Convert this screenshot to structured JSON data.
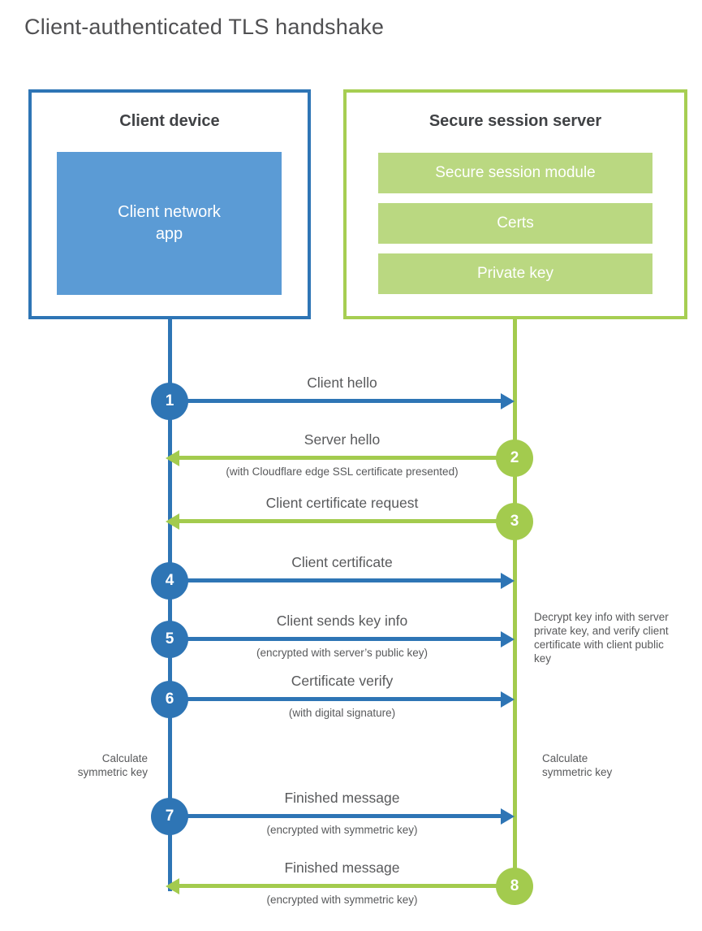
{
  "title": "Client-authenticated TLS handshake",
  "colors": {
    "blue": "#2e75b5",
    "blue_fill": "#5b9bd5",
    "green": "#a3cb4e",
    "green_border": "#a6ce52",
    "green_fill": "#bad881",
    "label_text": "#58595b",
    "heading_text": "#404245"
  },
  "client_box": {
    "title": "Client device",
    "app_label": "Client network\napp"
  },
  "server_box": {
    "title": "Secure session server",
    "modules": [
      "Secure session module",
      "Certs",
      "Private key"
    ]
  },
  "steps": [
    {
      "num": "1",
      "label": "Client hello",
      "sub": "",
      "color": "blue",
      "dir": "right",
      "from": "client",
      "to": "server"
    },
    {
      "num": "2",
      "label": "Server hello",
      "sub": "(with Cloudflare edge SSL certificate presented)",
      "color": "green",
      "dir": "left",
      "from": "server",
      "to": "client"
    },
    {
      "num": "3",
      "label": "Client certificate request",
      "sub": "",
      "color": "green",
      "dir": "left",
      "from": "server",
      "to": "client"
    },
    {
      "num": "4",
      "label": "Client certificate",
      "sub": "",
      "color": "blue",
      "dir": "right",
      "from": "client",
      "to": "server"
    },
    {
      "num": "5",
      "label": "Client sends key info",
      "sub": "(encrypted with server’s public key)",
      "color": "blue",
      "dir": "right",
      "from": "client",
      "to": "server"
    },
    {
      "num": "6",
      "label": "Certificate verify",
      "sub": "(with digital signature)",
      "color": "blue",
      "dir": "right",
      "from": "client",
      "to": "server"
    },
    {
      "num": "7",
      "label": "Finished message",
      "sub": "(encrypted with symmetric key)",
      "color": "blue",
      "dir": "right",
      "from": "client",
      "to": "server"
    },
    {
      "num": "8",
      "label": "Finished message",
      "sub": "(encrypted with symmetric key)",
      "color": "green",
      "dir": "left",
      "from": "server",
      "to": "client"
    }
  ],
  "notes": {
    "decrypt": "Decrypt key info with server private key, and verify client certificate with client public key",
    "calc_left": "Calculate\nsymmetric key",
    "calc_right": "Calculate\nsymmetric key"
  }
}
